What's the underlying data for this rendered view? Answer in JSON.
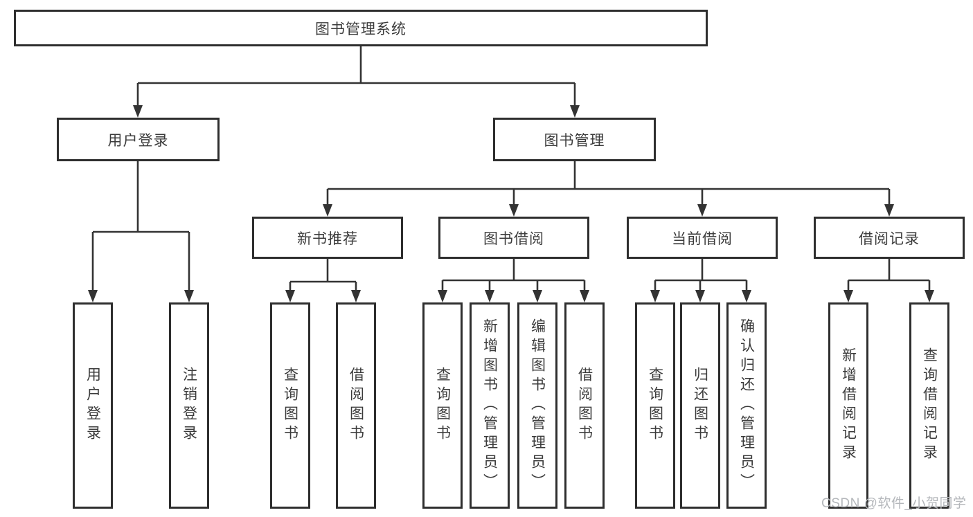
{
  "colors": {
    "line": "#333333",
    "box_border": "#2e2e2e",
    "text": "#3b3b3b",
    "watermark": "#b4b7bb",
    "background": "#ffffff"
  },
  "diagram": {
    "root": {
      "label": "图书管理系统"
    },
    "branches": [
      {
        "label": "用户登录",
        "children": [
          {
            "label": "用户登录"
          },
          {
            "label": "注销登录"
          }
        ]
      },
      {
        "label": "图书管理",
        "children": [
          {
            "label": "新书推荐",
            "children": [
              {
                "label": "查询图书"
              },
              {
                "label": "借阅图书"
              }
            ]
          },
          {
            "label": "图书借阅",
            "children": [
              {
                "label": "查询图书"
              },
              {
                "label": "新增图书（管理员）"
              },
              {
                "label": "编辑图书（管理员）"
              },
              {
                "label": "借阅图书"
              }
            ]
          },
          {
            "label": "当前借阅",
            "children": [
              {
                "label": "查询图书"
              },
              {
                "label": "归还图书"
              },
              {
                "label": "确认归还（管理员）"
              }
            ]
          },
          {
            "label": "借阅记录",
            "children": [
              {
                "label": "新增借阅记录"
              },
              {
                "label": "查询借阅记录"
              }
            ]
          }
        ]
      }
    ]
  },
  "watermark": {
    "text": "CSDN @软件_小贺同学"
  }
}
